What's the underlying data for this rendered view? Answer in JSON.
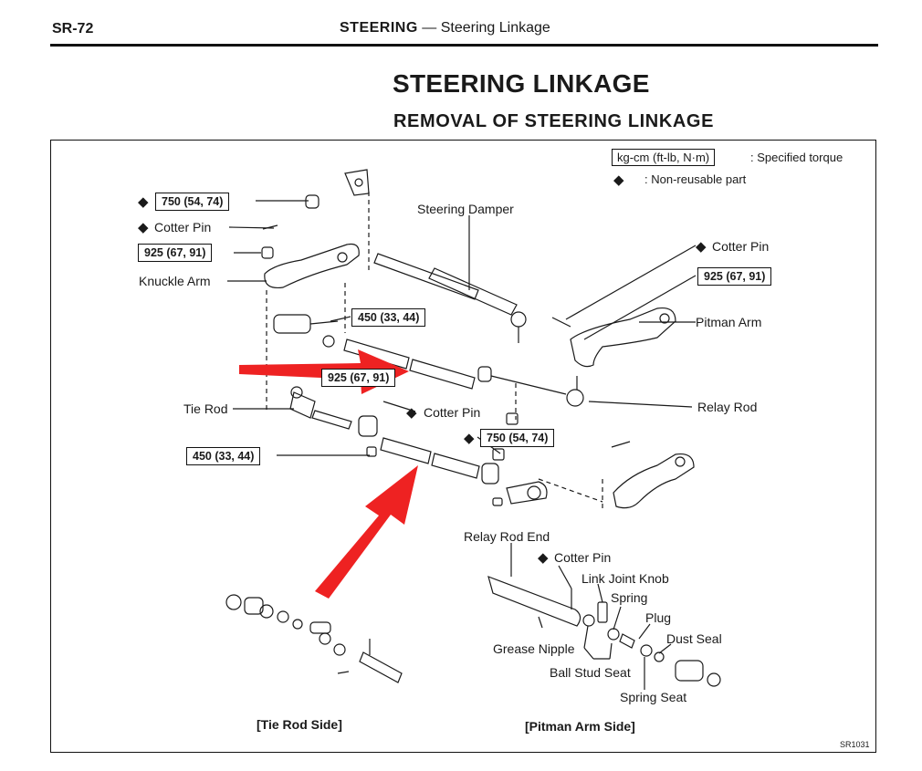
{
  "header": {
    "page_number": "SR-72",
    "section": "STEERING",
    "section_sep": "—",
    "section_sub": "Steering Linkage"
  },
  "title": "STEERING LINKAGE",
  "subtitle": "REMOVAL OF STEERING LINKAGE",
  "legend": {
    "torque_box": "kg-cm (ft-lb, N·m)",
    "torque_desc": ": Specified torque",
    "nonreuse_desc": ": Non-reusable part"
  },
  "torques": {
    "t750_top": "750 (54, 74)",
    "t925_left": "925 (67, 91)",
    "t450_upper": "450 (33, 44)",
    "t925_mid": "925 (67, 91)",
    "t750_mid": "750 (54, 74)",
    "t450_lower": "450 (33, 44)",
    "t925_right": "925 (67, 91)"
  },
  "labels": {
    "cotter_pin": "Cotter Pin",
    "knuckle_arm": "Knuckle Arm",
    "steering_damper": "Steering Damper",
    "pitman_arm": "Pitman Arm",
    "tie_rod": "Tie Rod",
    "relay_rod": "Relay Rod",
    "relay_rod_end": "Relay Rod End",
    "link_joint_knob": "Link Joint Knob",
    "spring": "Spring",
    "plug": "Plug",
    "dust_seal": "Dust Seal",
    "grease_nipple": "Grease Nipple",
    "ball_stud_seat": "Ball Stud Seat",
    "spring_seat": "Spring Seat"
  },
  "captions": {
    "tie_rod_side": "[Tie Rod Side]",
    "pitman_arm_side": "[Pitman Arm Side]"
  },
  "figure_code": "SR1031",
  "symbols": {
    "diamond": "◆"
  },
  "colors": {
    "ink": "#1a1a1a",
    "arrow": "#ee2222"
  }
}
